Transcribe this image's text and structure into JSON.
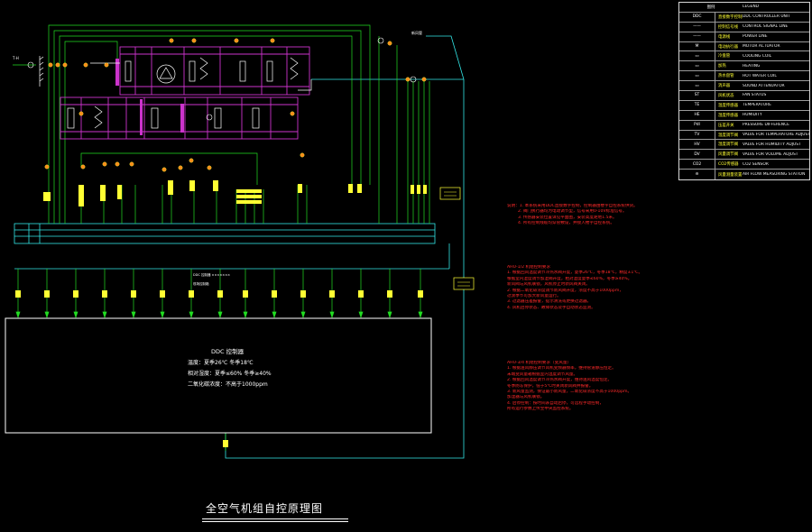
{
  "title": "全空气机组自控原理图",
  "duct_label": "新风管",
  "sensor_tag": "T·H",
  "panel_note": {
    "line1": "DDC 控制器 ×××××××",
    "line2": "现场控制箱"
  },
  "controller_box": {
    "heading": "DDC 控制器",
    "line1": "温度：夏季26℃ 冬季18℃",
    "line2": "相对湿度：夏季≤60% 冬季≥40%",
    "line3": "二氧化碳浓度：不高于1000ppm"
  },
  "notes": {
    "general": [
      "说明：1. 本系统采用DDC直接数字控制，控制器由楼宇自控系统供货。",
      "2. 阀门执行器均为电动调节型，信号采用0-10V标准信号。",
      "3. 传感器安装位置详见平面图，安装高度距地1.5米。",
      "4. 所有控制线缆均穿管敷设，并接入楼宇自控系统。"
    ],
    "section1_title": "AHU-1/2 机组控制要求",
    "section1": [
      "1. 根据回风温度调节冷热水阀开度，夏季26℃，冬季18℃，精度±1℃。",
      "   根据室内湿度调节加湿阀开度，相对湿度夏季≤60%，冬季≥40%。",
      "   新风阀与风机联锁，风机停止时新风阀关闭。",
      "2. 根据二氧化碳浓度调节新风阀开度，浓度不高于1000ppm，",
      "   过渡季节可加大新风量运行。",
      "3. 过滤器压差报警，提示清洗或更换过滤器。",
      "4. 风机启停状态、故障状态及手自动状态监测。"
    ],
    "section2_title": "AHU-3/4 机组控制要求（变风量）",
    "section2": [
      "1. 根据送风静压调节风机变频器频率，维持管道静压恒定。",
      "   末端变风量箱根据室内温度调节风量。",
      "2. 根据回风温度调节冷热水阀开度，维持送风温度恒定。",
      "   冬季防冻保护，低于5℃时关闭新风阀并报警。",
      "3. 新风量监测，保证最小新风量，二氧化碳浓度不高于1000ppm。",
      "   加湿器与风机联锁。",
      "4. 启停控制：按时间表自动启停，可远程手动控制，",
      "   所有运行参数上传至中央监控系统。"
    ]
  },
  "legend": {
    "header": [
      "图例",
      "LEGEND"
    ],
    "rows": [
      {
        "sym": "DDC",
        "cn": "直接数字控制器",
        "en": "DDC CONTROLLER UNIT"
      },
      {
        "sym": "——",
        "cn": "控制信号线",
        "en": "CONTROL SIGNAL LINE"
      },
      {
        "sym": "——",
        "cn": "电源线",
        "en": "POWER LINE"
      },
      {
        "sym": "M",
        "cn": "电动执行器",
        "en": "MOTOR ACTUATOR"
      },
      {
        "sym": "▭",
        "cn": "冷盘管",
        "en": "COOLING COIL"
      },
      {
        "sym": "▭",
        "cn": "加热",
        "en": "HEATING"
      },
      {
        "sym": "▭",
        "cn": "热水盘管",
        "en": "HOT WATER COIL"
      },
      {
        "sym": "▭",
        "cn": "消声器",
        "en": "SOUND ATTENUATOR"
      },
      {
        "sym": "ST",
        "cn": "风机状态",
        "en": "FAN STATUS"
      },
      {
        "sym": "TE",
        "cn": "温度传感器",
        "en": "TEMPERATURE"
      },
      {
        "sym": "HE",
        "cn": "湿度传感器",
        "en": "HUMIDITY"
      },
      {
        "sym": "PdI",
        "cn": "压差开关",
        "en": "PRESSURE DIFFERENCE"
      },
      {
        "sym": "TV",
        "cn": "温度调节阀",
        "en": "VALVE FOR TEMPERATURE ADJUST"
      },
      {
        "sym": "HV",
        "cn": "湿度调节阀",
        "en": "VALVE FOR HUMIDITY ADJUST"
      },
      {
        "sym": "DV",
        "cn": "风量调节阀",
        "en": "VALVE FOR VOLUME ADJUST"
      },
      {
        "sym": "CO2",
        "cn": "CO2传感器",
        "en": "CO2 SENSOR"
      },
      {
        "sym": "⊖",
        "cn": "风量测量装置",
        "en": "AIR FLOW MEASURING STATION"
      }
    ]
  },
  "colors": {
    "background": "#000000",
    "signal_line": "#22dd22",
    "bus_line": "#33e8e8",
    "unit_outline": "#cc33cc",
    "text_white": "#ffffff",
    "annotation": "#ff2a2a",
    "label_yellow": "#ffff33",
    "device_orange": "#ff8c1a"
  }
}
